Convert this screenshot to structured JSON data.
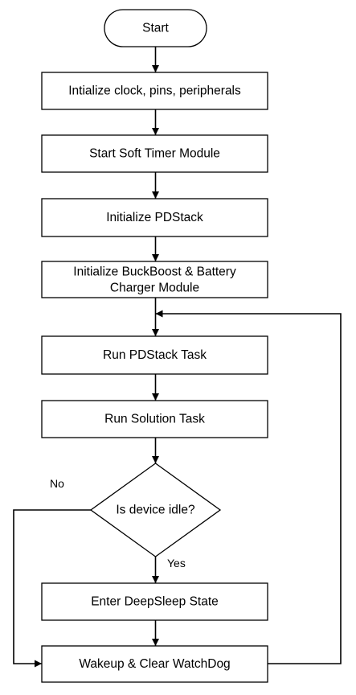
{
  "flowchart": {
    "start": "Start",
    "steps": {
      "init_clock": "Intialize clock, pins, peripherals",
      "soft_timer": "Start Soft Timer Module",
      "init_pdstack": "Initialize PDStack",
      "init_buckboost_line1": "Initialize BuckBoost & Battery",
      "init_buckboost_line2": "Charger Module",
      "run_pdstack": "Run PDStack Task",
      "run_solution": "Run Solution Task",
      "decision": "Is device idle?",
      "deepsleep": "Enter DeepSleep State",
      "wakeup": "Wakeup & Clear WatchDog"
    },
    "branch_labels": {
      "yes": "Yes",
      "no": "No"
    }
  }
}
